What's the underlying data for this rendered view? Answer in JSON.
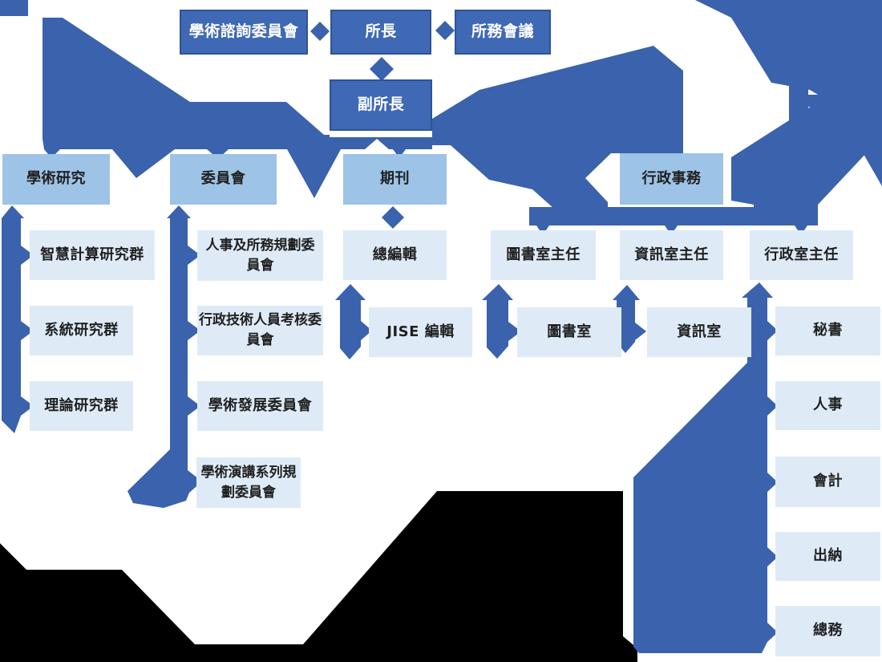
{
  "diagram": {
    "kind": "organization-chart",
    "language": "zh-TW"
  },
  "colors": {
    "connector_blue": "#3a62ad",
    "box_dark_blue": "#3f68b5",
    "box_dark_border": "#2f5496",
    "box_medium_blue": "#9dc3e6",
    "box_light_blue": "#deebf7",
    "text_dark": "#1f1f1f",
    "text_light": "#ffffff",
    "black_region": "#000000"
  },
  "nodes": {
    "advisory_committee": "學術諮詢委員會",
    "director": "所長",
    "institute_meeting": "所務會議",
    "deputy_director": "副所長",
    "academic_research": "學術研究",
    "committees": "委員會",
    "journals": "期刊",
    "admin_affairs": "行政事務",
    "ai_computing_group": "智慧計算研究群",
    "systems_group": "系統研究群",
    "theory_group": "理論研究群",
    "personnel_planning_committee": "人事及所務規劃委\n員會",
    "staff_evaluation_committee": "行政技術人員考核委\n員會",
    "academic_development_committee": "學術發展委員會",
    "lecture_series_committee": "學術演講系列規\n劃委員會",
    "chief_editor": "總編輯",
    "jise_editor": "JISE 編輯",
    "library_head": "圖書室主任",
    "it_office_head": "資訊室主任",
    "admin_office_head": "行政室主任",
    "library": "圖書室",
    "it_office": "資訊室",
    "secretary": "秘書",
    "personnel": "人事",
    "accounting": "會計",
    "cashier": "出納",
    "general_affairs": "總務"
  }
}
